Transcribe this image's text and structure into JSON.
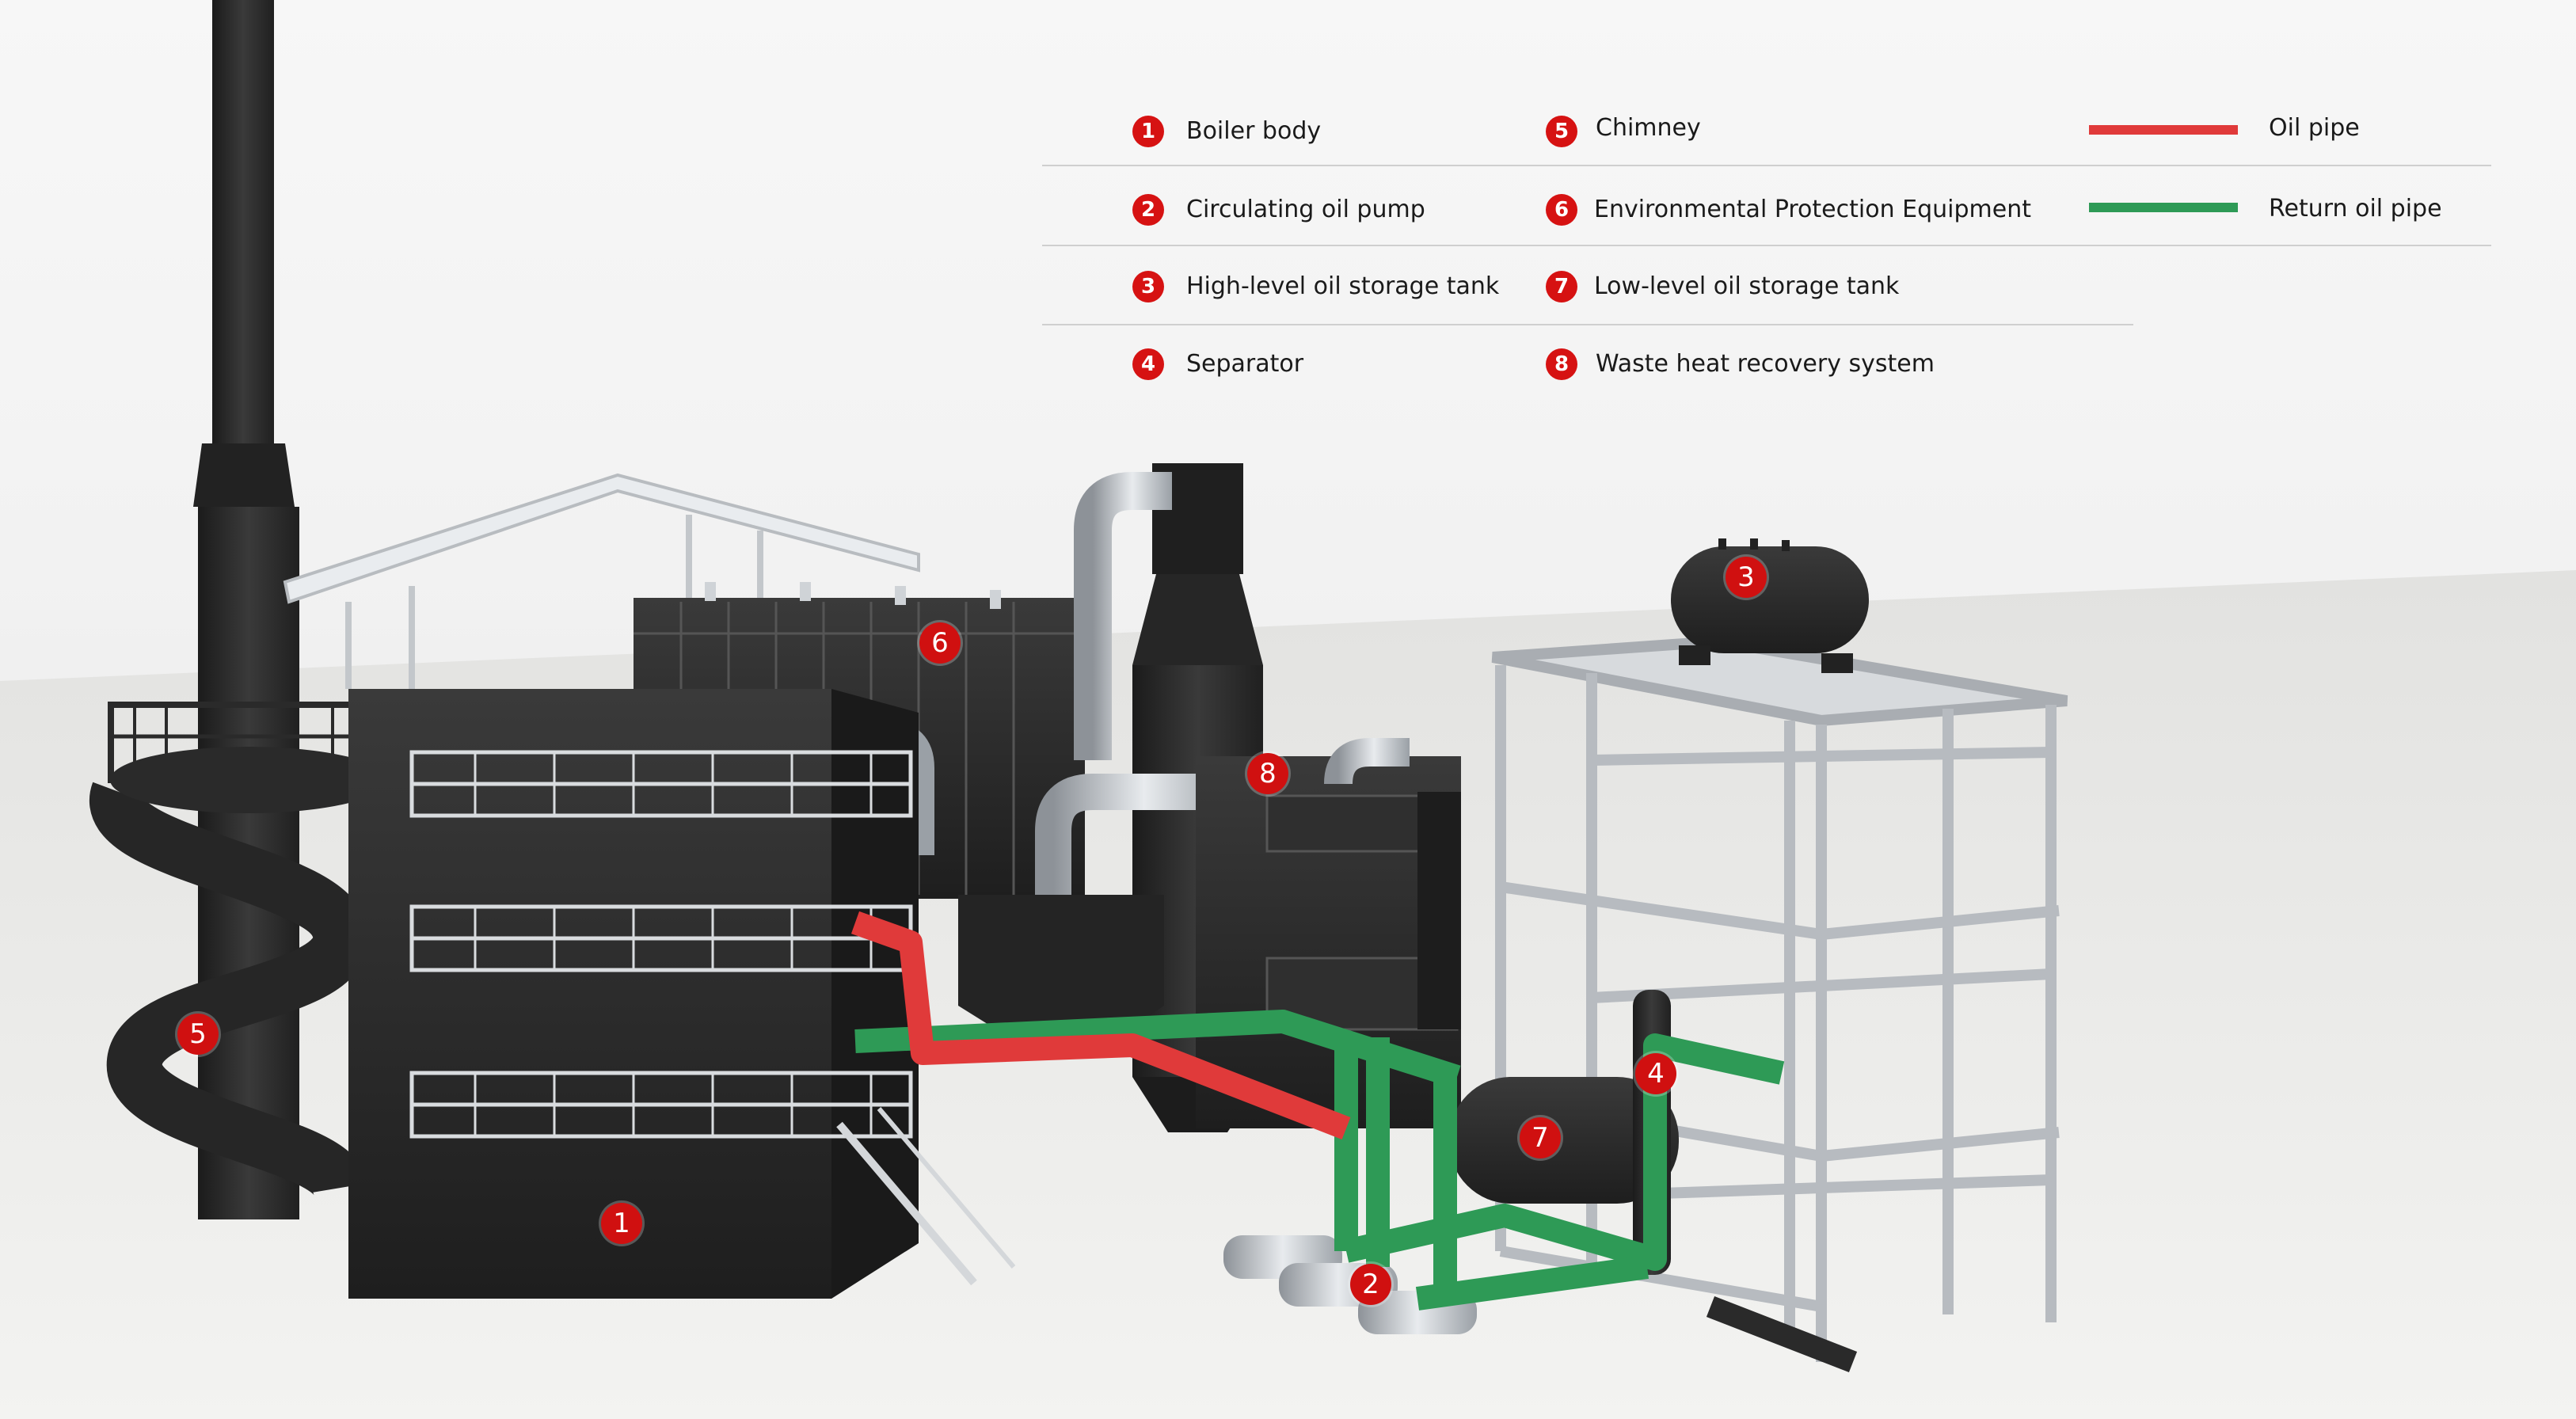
{
  "legend": {
    "items": [
      {
        "num": "1",
        "label": "Boiler body"
      },
      {
        "num": "2",
        "label": "Circulating oil pump"
      },
      {
        "num": "3",
        "label": "High-level oil storage tank"
      },
      {
        "num": "4",
        "label": "Separator"
      },
      {
        "num": "5",
        "label": "Chimney"
      },
      {
        "num": "6",
        "label": "Environmental Protection Equipment"
      },
      {
        "num": "7",
        "label": "Low-level oil storage tank"
      },
      {
        "num": "8",
        "label": "Waste heat recovery system"
      }
    ],
    "pipes": [
      {
        "label": "Oil pipe",
        "color": "#e03a3a"
      },
      {
        "label": "Return oil pipe",
        "color": "#2e9a56"
      }
    ]
  },
  "callouts": [
    "1",
    "2",
    "3",
    "4",
    "5",
    "6",
    "7",
    "8"
  ],
  "colors": {
    "badge": "#d61212",
    "structure": "#2b2b2b",
    "steel": "#b5b9be"
  }
}
